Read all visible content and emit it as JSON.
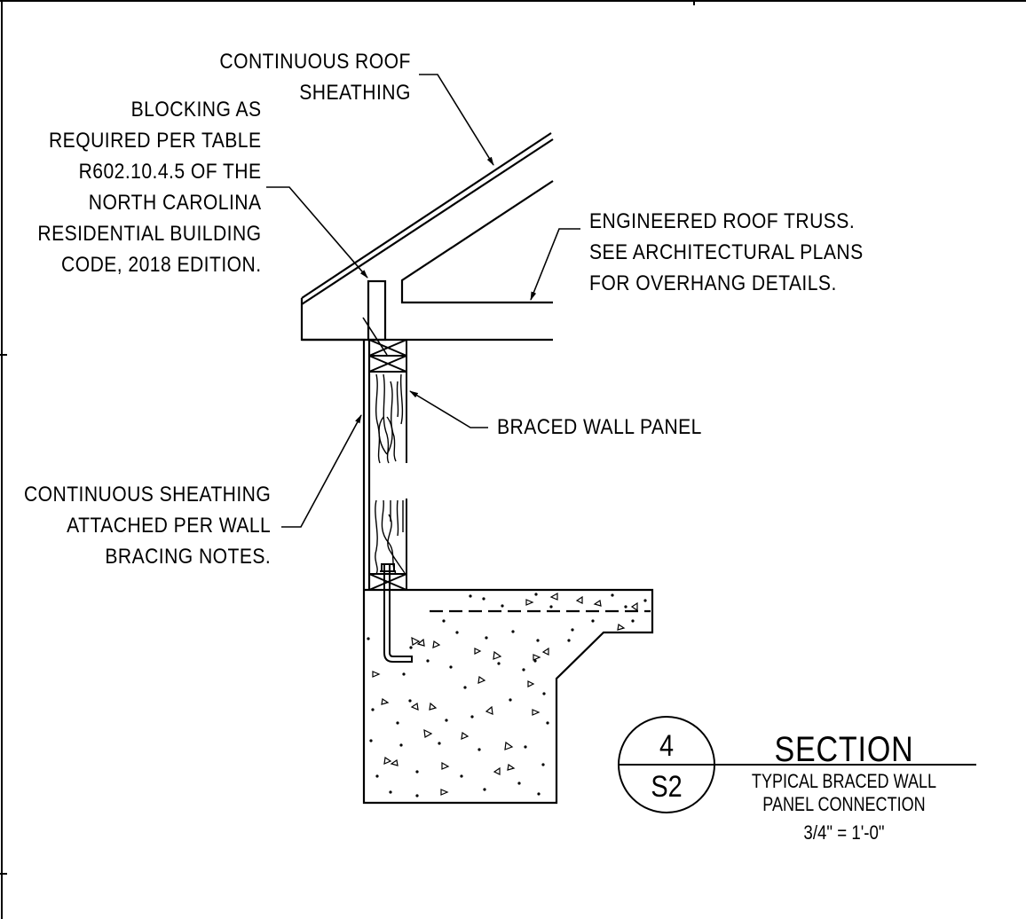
{
  "callouts": {
    "roof_sheathing": [
      "CONTINUOUS ROOF",
      "SHEATHING"
    ],
    "blocking": [
      "BLOCKING AS",
      "REQUIRED PER TABLE",
      "R602.10.4.5 OF THE",
      "NORTH CAROLINA",
      "RESIDENTIAL BUILDING",
      "CODE, 2018 EDITION."
    ],
    "truss": [
      "ENGINEERED ROOF TRUSS.",
      "SEE ARCHITECTURAL PLANS",
      "FOR OVERHANG DETAILS."
    ],
    "braced_panel": [
      "BRACED WALL PANEL"
    ],
    "wall_sheathing": [
      "CONTINUOUS SHEATHING",
      "ATTACHED PER WALL",
      "BRACING NOTES."
    ]
  },
  "section_marker": {
    "number": "4",
    "sheet": "S2",
    "heading": "SECTION",
    "subtitle": [
      "TYPICAL BRACED WALL",
      "PANEL CONNECTION"
    ],
    "scale": "3/4\" = 1'-0\""
  }
}
